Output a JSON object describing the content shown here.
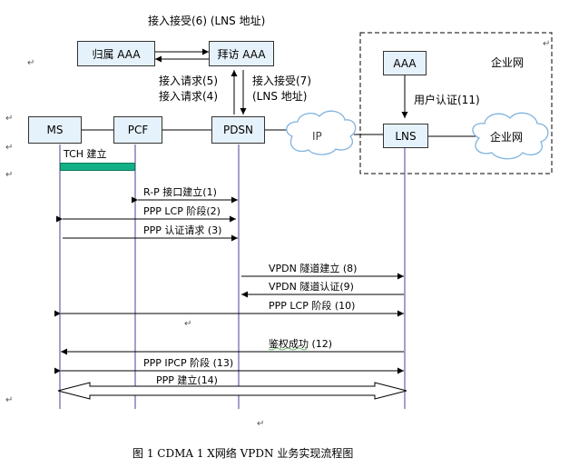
{
  "nodes": {
    "ms": "MS",
    "pcf": "PCF",
    "pdsn": "PDSN",
    "lns": "LNS",
    "home_aaa": "归属 AAA",
    "visited_aaa": "拜访 AAA",
    "enterprise_aaa": "AAA"
  },
  "clouds": {
    "ip": "IP",
    "enterprise_net": "企业网"
  },
  "labels": {
    "access_accept_6": "接入接受(6) (LNS 地址)",
    "access_request_5": "接入请求(5)",
    "access_request_4": "接入请求(4)",
    "access_accept_7": "接入接受(7)",
    "lns_address": "(LNS  地址)",
    "user_auth_11": "用户认证(11)",
    "enterprise_net_label": "企业网",
    "tch_setup": "TCH  建立"
  },
  "messages": [
    {
      "text": "R-P  接口建立(1)"
    },
    {
      "text": "PPP  LCP 阶段(2)"
    },
    {
      "text": "PPP 认证请求  (3)"
    },
    {
      "text": "VPDN 隧道建立  (8)"
    },
    {
      "text": "VPDN 隧道认证(9)"
    },
    {
      "text": "PPP  LCP  阶段  (10)"
    },
    {
      "text": "鉴权成功  (12)"
    },
    {
      "text": "PPP IPCP 阶段  (13)"
    },
    {
      "text": "PPP 建立(14)"
    }
  ],
  "caption": "图 1 CDMA 1  X网络  VPDN 业务实现流程图",
  "colors": {
    "box_fill": "#e6f2fb",
    "tch_bar": "#14b085",
    "lifeline": "#6a5fa8",
    "cloud_stroke": "#7fb3de"
  }
}
